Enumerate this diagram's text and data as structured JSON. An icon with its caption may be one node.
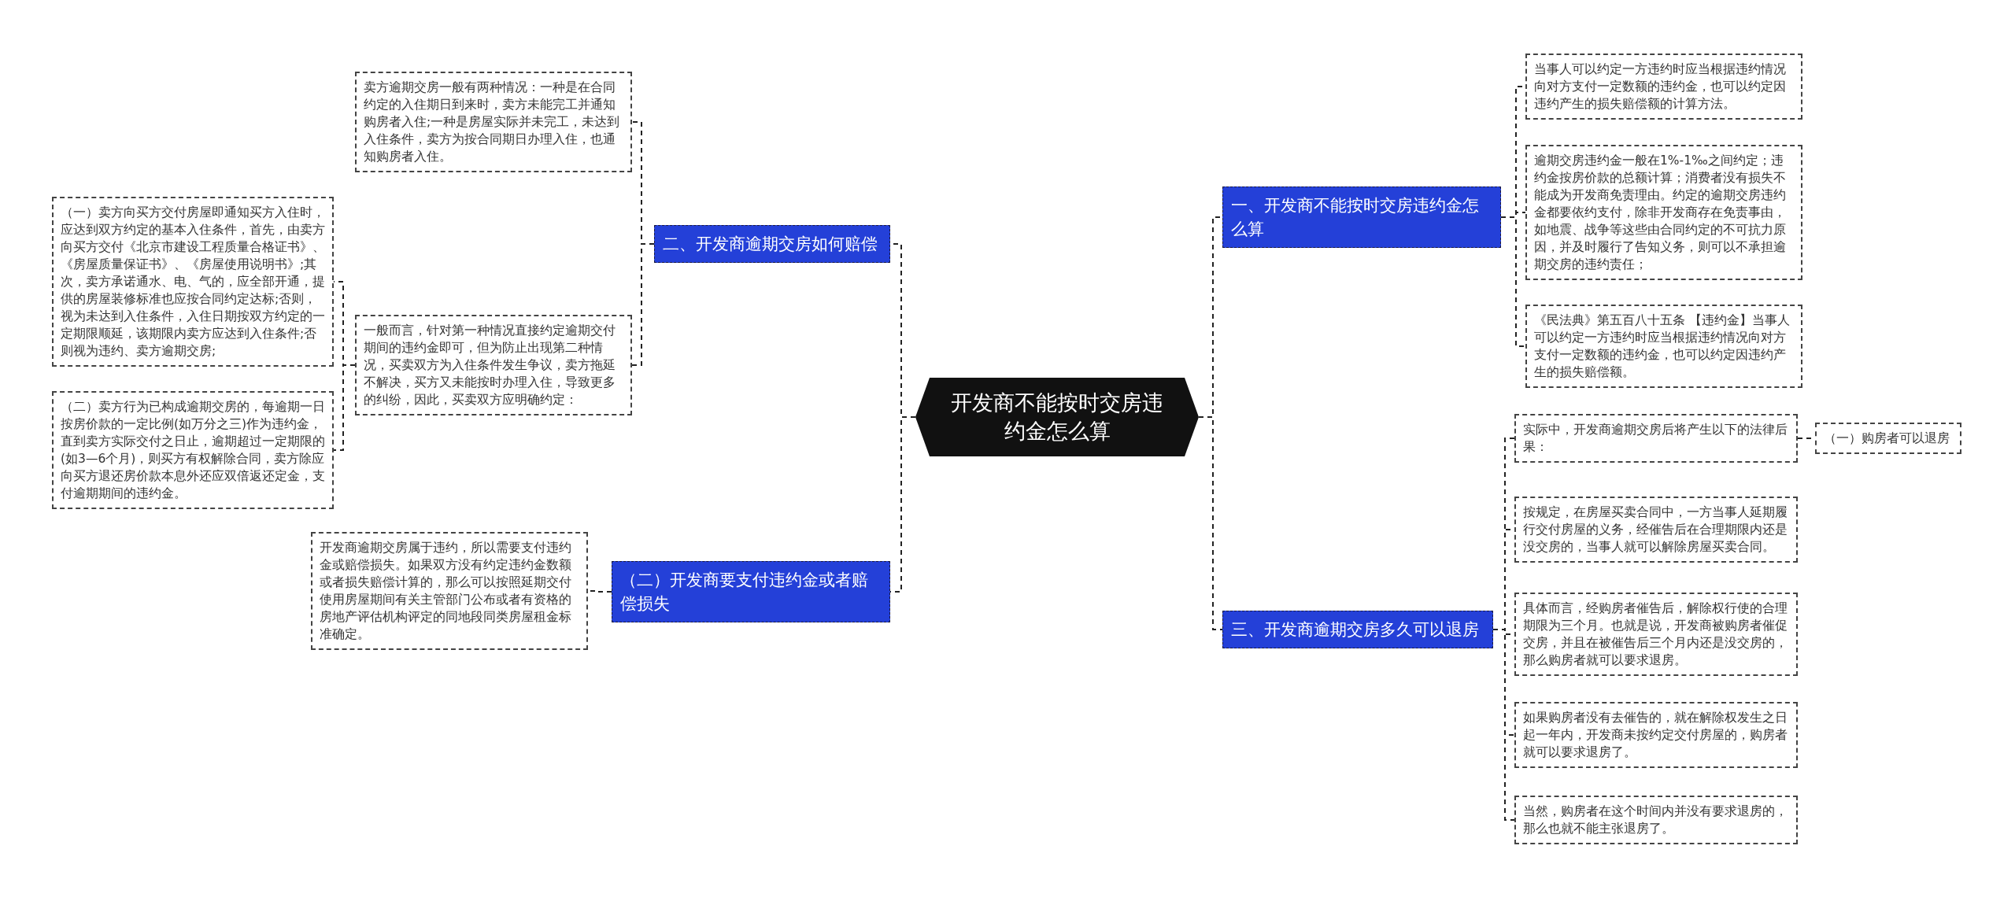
{
  "diagram": {
    "nodes": [
      {
        "text": [
          "开发商不能按时交房违约金怎么算"
        ]
      },
      {
        "text": [
          "一、开发商不能按时交房违约金怎么算"
        ]
      },
      {
        "text": [
          "当事人可以约定一方违约时应当根据违约情况向对方支付一定数额的违约金，也可以约定因违约产生的损失赔偿额的计算方法。"
        ]
      },
      {
        "text": [
          "逾期交房违约金一般在1%-1‰之间约定；违约金按房价款的总额计算；消费者没有损失不能成为开发商免责理由。约定的逾期交房违约金都要依约支付，除非开发商存在免责事由，如地震、战争等这些由合同约定的不可抗力原因，并及时履行了告知义务，则可以不承担逾期交房的违约责任；"
        ]
      },
      {
        "text": [
          "《民法典》第五百八十五条 【违约金】当事人可以约定一方违约时应当根据违约情况向对方支付一定数额的违约金，也可以约定因违约产生的损失赔偿额。"
        ]
      },
      {
        "text": [
          "三、开发商逾期交房多久可以退房"
        ]
      },
      {
        "text": [
          "实际中，开发商逾期交房后将产生以下的法律后果："
        ]
      },
      {
        "text": [
          "按规定，在房屋买卖合同中，一方当事人延期履行交付房屋的义务，经催告后在合理期限内还是没交房的，当事人就可以解除房屋买卖合同。"
        ]
      },
      {
        "text": [
          "具体而言，经购房者催告后，解除权行使的合理期限为三个月。也就是说，开发商被购房者催促交房，并且在被催告后三个月内还是没交房的，那么购房者就可以要求退房。"
        ]
      },
      {
        "text": [
          "如果购房者没有去催告的，就在解除权发生之日起一年内，开发商未按约定交付房屋的，购房者就可以要求退房了。"
        ]
      },
      {
        "text": [
          "当然，购房者在这个时间内并没有要求退房的，那么也就不能主张退房了。"
        ]
      },
      {
        "text": [
          "（一）购房者可以退房"
        ]
      },
      {
        "text": [
          "二、开发商逾期交房如何赔偿"
        ]
      },
      {
        "text": [
          "卖方逾期交房一般有两种情况：一种是在合同约定的入住期日到来时，卖方未能完工并通知购房者入住;一种是房屋实际并未完工，未达到入住条件，卖方为按合同期日办理入住，也通知购房者入住。"
        ]
      },
      {
        "text": [
          "一般而言，针对第一种情况直接约定逾期交付期间的违约金即可，但为防止出现第二种情况，买卖双方为入住条件发生争议，卖方拖延不解决，买方又未能按时办理入住，导致更多的纠纷，因此，买卖双方应明确约定："
        ]
      },
      {
        "text": [
          "（一）卖方向买方交付房屋即通知买方入住时，应达到双方约定的基本入住条件，首先，由卖方向买方交付《北京市建设工程质量合格证书》、《房屋质量保证书》、《房屋使用说明书》;其次，卖方承诺通水、电、气的，应全部开通，提供的房屋装修标准也应按合同约定达标;否则，视为未达到入住条件，入住日期按双方约定的一定期限顺延，该期限内卖方应达到入住条件;否则视为违约、卖方逾期交房;"
        ]
      },
      {
        "text": [
          "（二）卖方行为已构成逾期交房的，每逾期一日按房价款的一定比例(如万分之三)作为违约金，直到卖方实际交付之日止，逾期超过一定期限的(如3—6个月)，则买方有权解除合同，卖方除应向买方退还房价款本息外还应双倍返还定金，支付逾期期间的违约金。"
        ]
      },
      {
        "text": [
          "（二）开发商要支付违约金或者赔偿损失"
        ]
      },
      {
        "text": [
          "开发商逾期交房属于违约，所以需要支付违约金或赔偿损失。如果双方没有约定违约金数额或者损失赔偿计算的，那么可以按照延期交付使用房屋期间有关主管部门公布或者有资格的房地产评估机构评定的同地段同类房屋租金标准确定。"
        ]
      }
    ],
    "edges": [
      {
        "from": 0,
        "to": 1,
        "arrow": "none"
      },
      {
        "from": 1,
        "to": 2,
        "arrow": "none"
      },
      {
        "from": 1,
        "to": 3,
        "arrow": "none"
      },
      {
        "from": 1,
        "to": 4,
        "arrow": "none"
      },
      {
        "from": 0,
        "to": 5,
        "arrow": "none"
      },
      {
        "from": 5,
        "to": 6,
        "arrow": "none"
      },
      {
        "from": 5,
        "to": 7,
        "arrow": "none"
      },
      {
        "from": 5,
        "to": 8,
        "arrow": "none"
      },
      {
        "from": 5,
        "to": 9,
        "arrow": "none"
      },
      {
        "from": 5,
        "to": 10,
        "arrow": "none"
      },
      {
        "from": 6,
        "to": 11,
        "arrow": "none"
      },
      {
        "from": 0,
        "to": 12,
        "arrow": "none"
      },
      {
        "from": 12,
        "to": 13,
        "arrow": "none"
      },
      {
        "from": 12,
        "to": 14,
        "arrow": "none"
      },
      {
        "from": 14,
        "to": 15,
        "arrow": "none"
      },
      {
        "from": 14,
        "to": 16,
        "arrow": "none"
      },
      {
        "from": 0,
        "to": 17,
        "arrow": "none"
      },
      {
        "from": 17,
        "to": 18,
        "arrow": "none"
      }
    ]
  }
}
